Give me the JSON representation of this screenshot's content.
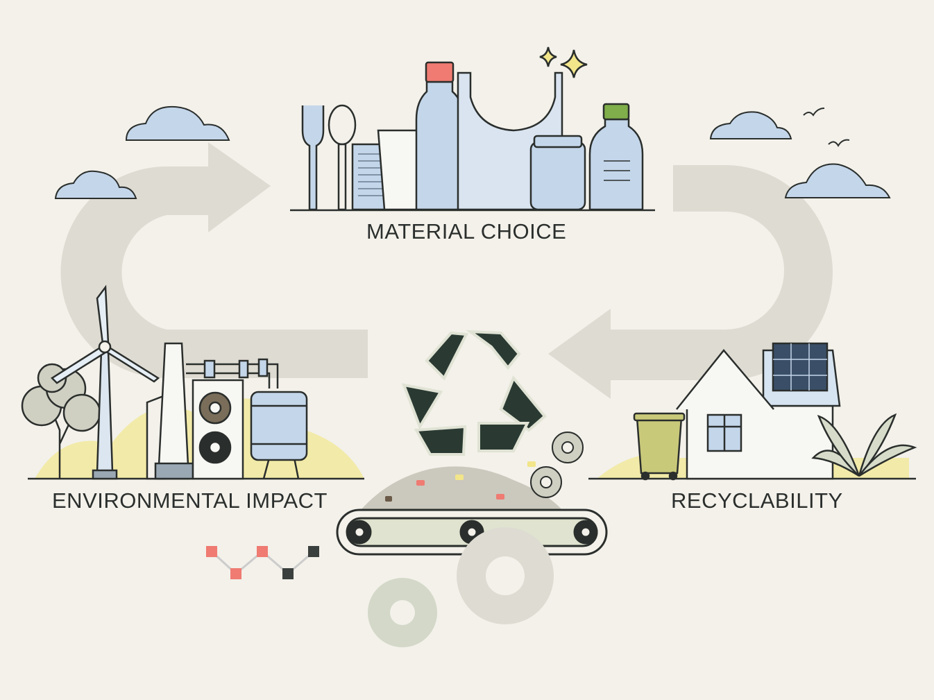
{
  "labels": {
    "material_choice": "MATERIAL CHOICE",
    "environmental_impact": "ENVIRONMENTAL IMPACT",
    "recyclability": "RECYCLABILITY"
  },
  "icons": [
    "cloud-icon",
    "fork-icon",
    "spoon-icon",
    "tin-can-icon",
    "cup-icon",
    "plastic-bottle-icon",
    "glass-jar-icon",
    "sparkle-icon",
    "bird-icon",
    "wind-turbine-icon",
    "tree-icon",
    "factory-icon",
    "gear-icon",
    "storage-tank-icon",
    "recycle-icon",
    "conveyor-belt-icon",
    "house-icon",
    "solar-panel-icon",
    "waste-bin-icon",
    "plant-icon"
  ],
  "colors": {
    "background": "#f3f1ea",
    "cycle_arrow": "#dedbd2",
    "line": "#2a2e2c",
    "blue": "#bcd1e6",
    "yellow": "#f2eaa8",
    "green": "#dfe6a8",
    "red_accent": "#ef7b72",
    "bottle_cap_green": "#7fae4a"
  }
}
